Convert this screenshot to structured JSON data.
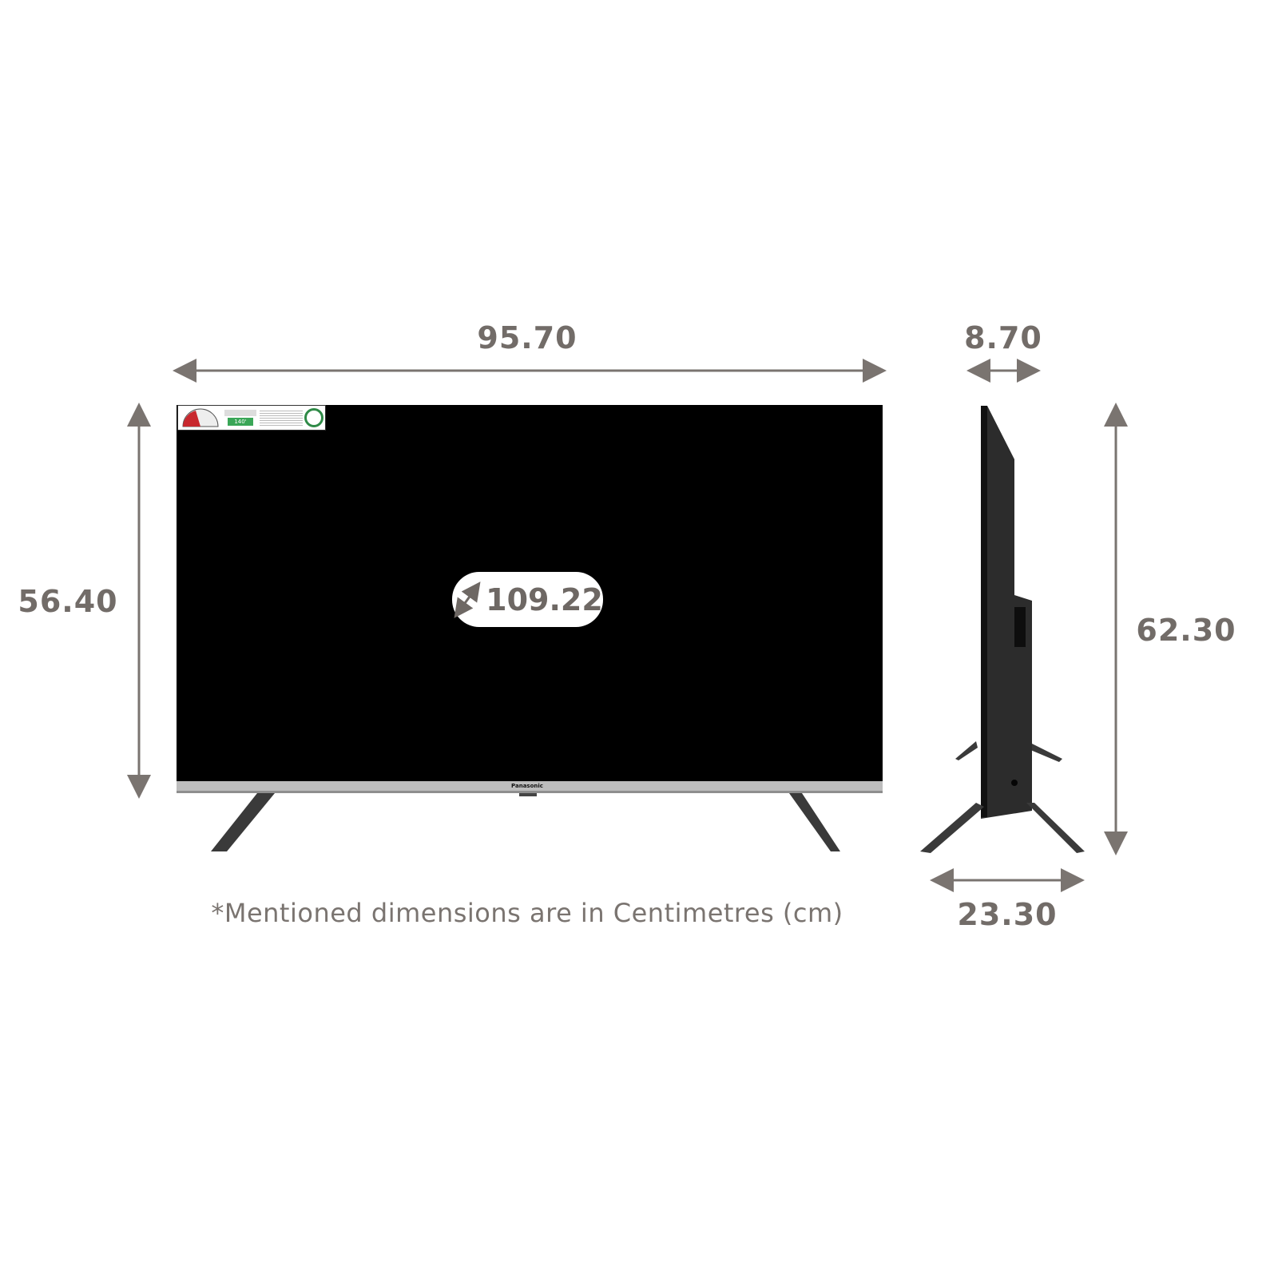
{
  "dimensions": {
    "width": "95.70",
    "height_without_stand": "56.40",
    "depth_without_stand": "8.70",
    "height_with_stand": "62.30",
    "depth_with_stand": "23.30",
    "diagonal": "109.22"
  },
  "note": "*Mentioned dimensions are in Centimetres (cm)",
  "tv": {
    "brand": "Panasonic",
    "energy_label_value": "140'"
  },
  "colors": {
    "dimension_text": "#726c68",
    "arrow": "#7a7470",
    "screen": "#000000",
    "bezel": "#b9b9b9"
  }
}
